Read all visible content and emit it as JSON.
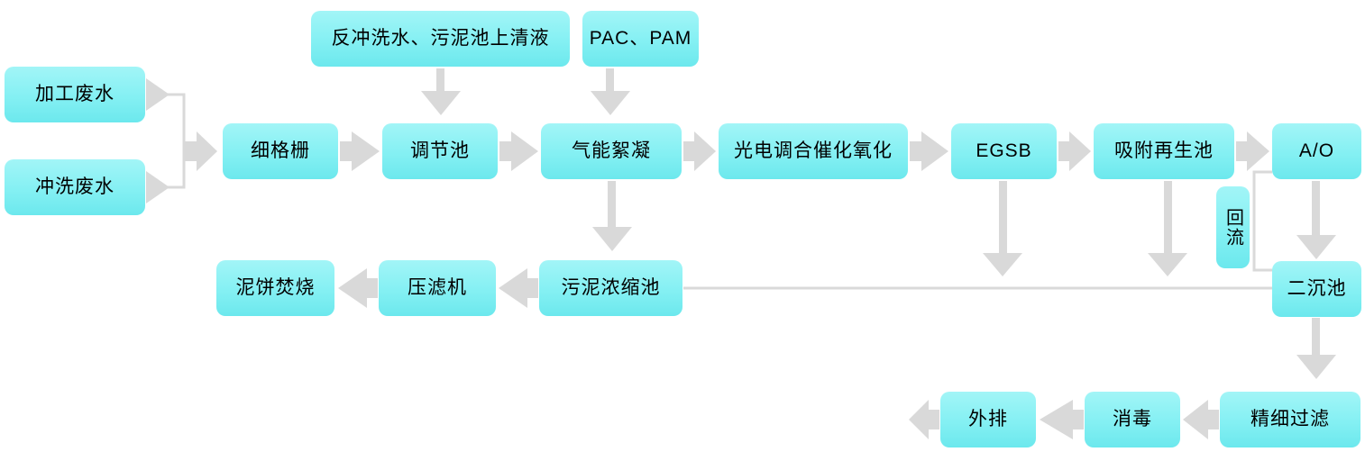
{
  "colors": {
    "node_top": "#A2F5F7",
    "node_mid": "#84F0F3",
    "node_bottom": "#6CE8ED",
    "arrow": "#D9D9D9",
    "text": "#000000",
    "background": "#FFFFFF"
  },
  "nodes": {
    "processing_wastewater": {
      "label": "加工废水"
    },
    "rinse_wastewater": {
      "label": "冲洗废水"
    },
    "backwash_supernatant": {
      "label": "反冲洗水、污泥池上清液"
    },
    "pac_pam": {
      "label": "PAC、PAM"
    },
    "fine_screen": {
      "label": "细格栅"
    },
    "regulating_tank": {
      "label": "调节池"
    },
    "gas_flocculation": {
      "label": "气能絮凝"
    },
    "photoelectric_oxidation": {
      "label": "光电调合催化氧化"
    },
    "egsb": {
      "label": "EGSB"
    },
    "adsorption_regeneration": {
      "label": "吸附再生池"
    },
    "ao": {
      "label": "A/O"
    },
    "reflux": {
      "label": "回流"
    },
    "secondary_clarifier": {
      "label": "二沉池"
    },
    "sludge_thickener": {
      "label": "污泥浓缩池"
    },
    "filter_press": {
      "label": "压滤机"
    },
    "sludge_cake_incineration": {
      "label": "泥饼焚烧"
    },
    "fine_filtration": {
      "label": "精细过滤"
    },
    "disinfection": {
      "label": "消毒"
    },
    "discharge": {
      "label": "外排"
    }
  },
  "flow": [
    {
      "from": "加工废水",
      "to": "细格栅"
    },
    {
      "from": "冲洗废水",
      "to": "细格栅"
    },
    {
      "from": "细格栅",
      "to": "调节池"
    },
    {
      "from": "反冲洗水、污泥池上清液",
      "to": "调节池"
    },
    {
      "from": "调节池",
      "to": "气能絮凝"
    },
    {
      "from": "PAC、PAM",
      "to": "气能絮凝"
    },
    {
      "from": "气能絮凝",
      "to": "光电调合催化氧化"
    },
    {
      "from": "光电调合催化氧化",
      "to": "EGSB"
    },
    {
      "from": "EGSB",
      "to": "吸附再生池"
    },
    {
      "from": "吸附再生池",
      "to": "A/O"
    },
    {
      "from": "A/O",
      "to": "二沉池"
    },
    {
      "from": "二沉池",
      "to": "A/O",
      "label": "回流"
    },
    {
      "from": "二沉池",
      "to": "精细过滤"
    },
    {
      "from": "精细过滤",
      "to": "消毒"
    },
    {
      "from": "消毒",
      "to": "外排"
    },
    {
      "from": "外排",
      "direction": "out-left"
    },
    {
      "from": "气能絮凝",
      "to": "污泥浓缩池"
    },
    {
      "from": "EGSB",
      "to": "污泥浓缩池"
    },
    {
      "from": "吸附再生池",
      "to": "污泥浓缩池"
    },
    {
      "from": "二沉池",
      "to": "污泥浓缩池"
    },
    {
      "from": "污泥浓缩池",
      "to": "压滤机"
    },
    {
      "from": "压滤机",
      "to": "泥饼焚烧"
    }
  ]
}
